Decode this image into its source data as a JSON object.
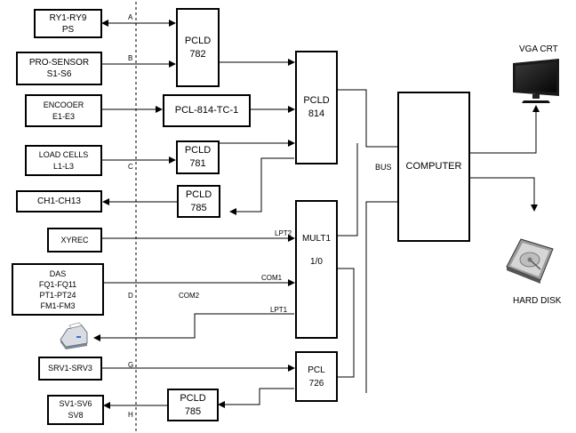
{
  "left_boxes": {
    "ry": [
      "RY1-RY9",
      "PS"
    ],
    "pro_sensor": [
      "PRO-SENSOR",
      "S1-S6"
    ],
    "encoder": [
      "ENCOOER",
      "E1-E3"
    ],
    "load_cells": [
      "LOAD CELLS",
      "L1-L3"
    ],
    "ch": "CH1-CH13",
    "xyrec": "XYREC",
    "das": [
      "DAS",
      "FQ1-FQ11",
      "PT1-PT24",
      "FM1-FM3"
    ],
    "srv": "SRV1-SRV3",
    "sv": [
      "SV1-SV6",
      "SV8"
    ]
  },
  "middle_boxes": {
    "pcld782": [
      "PCLD",
      "782"
    ],
    "pcl814tc": "PCL-814-TC-1",
    "pcld781": [
      "PCLD",
      "781"
    ],
    "pcld785_top": [
      "PCLD",
      "785"
    ],
    "pcld785_bottom": [
      "PCLD",
      "785"
    ]
  },
  "right_boxes": {
    "pcld814": [
      "PCLD",
      "814"
    ],
    "mult1": [
      "MULT1",
      "1/0"
    ],
    "pcl726": [
      "PCL",
      "726"
    ],
    "computer": "COMPUTER"
  },
  "peripherals": {
    "vga": "VGA CRT",
    "hdd": "HARD DISK"
  },
  "signal_labels": {
    "a": "A",
    "b": "B",
    "c": "C",
    "d": "D",
    "g": "G",
    "h": "H",
    "bus": "BUS",
    "lpt2": "LPT2",
    "com1": "COM1",
    "com2": "COM2",
    "lpt1": "LPT1"
  }
}
